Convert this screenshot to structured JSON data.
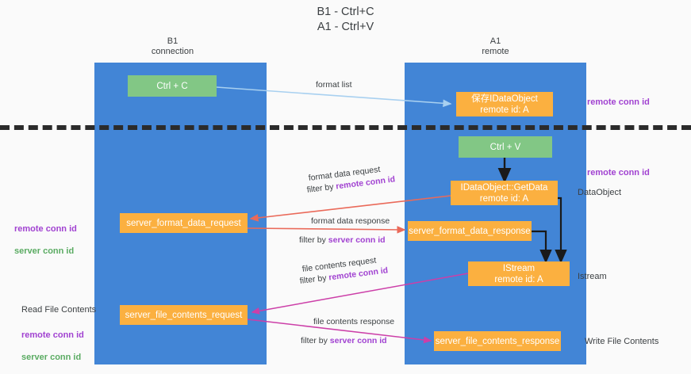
{
  "title": "B1 - Ctrl+C\nA1 - Ctrl+V",
  "columns": {
    "left": "B1\nconnection",
    "right": "A1\nremote"
  },
  "nodes": {
    "ctrl_c": "Ctrl + C",
    "data_object": "保存IDataObject\nremote id: A",
    "ctrl_v": "Ctrl + V",
    "get_data": "IDataObject::GetData\nremote id: A",
    "server_format_data_request": "server_format_data_request",
    "server_format_data_response": "server_format_data_response",
    "istream": "IStream\nremote id: A",
    "server_file_contents_request": "server_file_contents_request",
    "server_file_contents_response": "server_file_contents_response"
  },
  "edge_labels": {
    "format_list": "format list",
    "format_data_request": "format data request",
    "format_data_request_filter_prefix": "filter by ",
    "format_data_request_filter_key": "remote conn id",
    "format_data_response": "format data response",
    "format_data_response_filter_prefix": "filter by ",
    "format_data_response_filter_key": "server conn id",
    "file_contents_request": "file contents request",
    "file_contents_request_filter_prefix": "filter by ",
    "file_contents_request_filter_key": "remote conn id",
    "file_contents_response": "file contents response",
    "file_contents_response_filter_prefix": "filter by ",
    "file_contents_response_filter_key": "server conn id"
  },
  "annotations": {
    "remote_conn_id_top": "remote conn id",
    "remote_conn_id_mid": "remote conn id",
    "data_object_label": "DataObject",
    "istream_label": "Istream",
    "write_file_contents": "Write File Contents",
    "read_file_contents": "Read File Contents",
    "left_remote_conn_id": "remote conn id",
    "left_server_conn_id": "server conn id",
    "left_bottom_remote_conn_id": "remote conn id",
    "left_bottom_server_conn_id": "server conn id"
  },
  "colors": {
    "lane": "#4285d6",
    "green_node": "#82c785",
    "orange_node": "#fbb040",
    "purple_text": "#a142d1",
    "green_text": "#5aab62",
    "divider": "#2b2b2b",
    "arrow_blue": "#a8d0f0",
    "arrow_red": "#ea6a5a",
    "arrow_magenta": "#cc3fa8",
    "arrow_black": "#1a1a1a"
  }
}
